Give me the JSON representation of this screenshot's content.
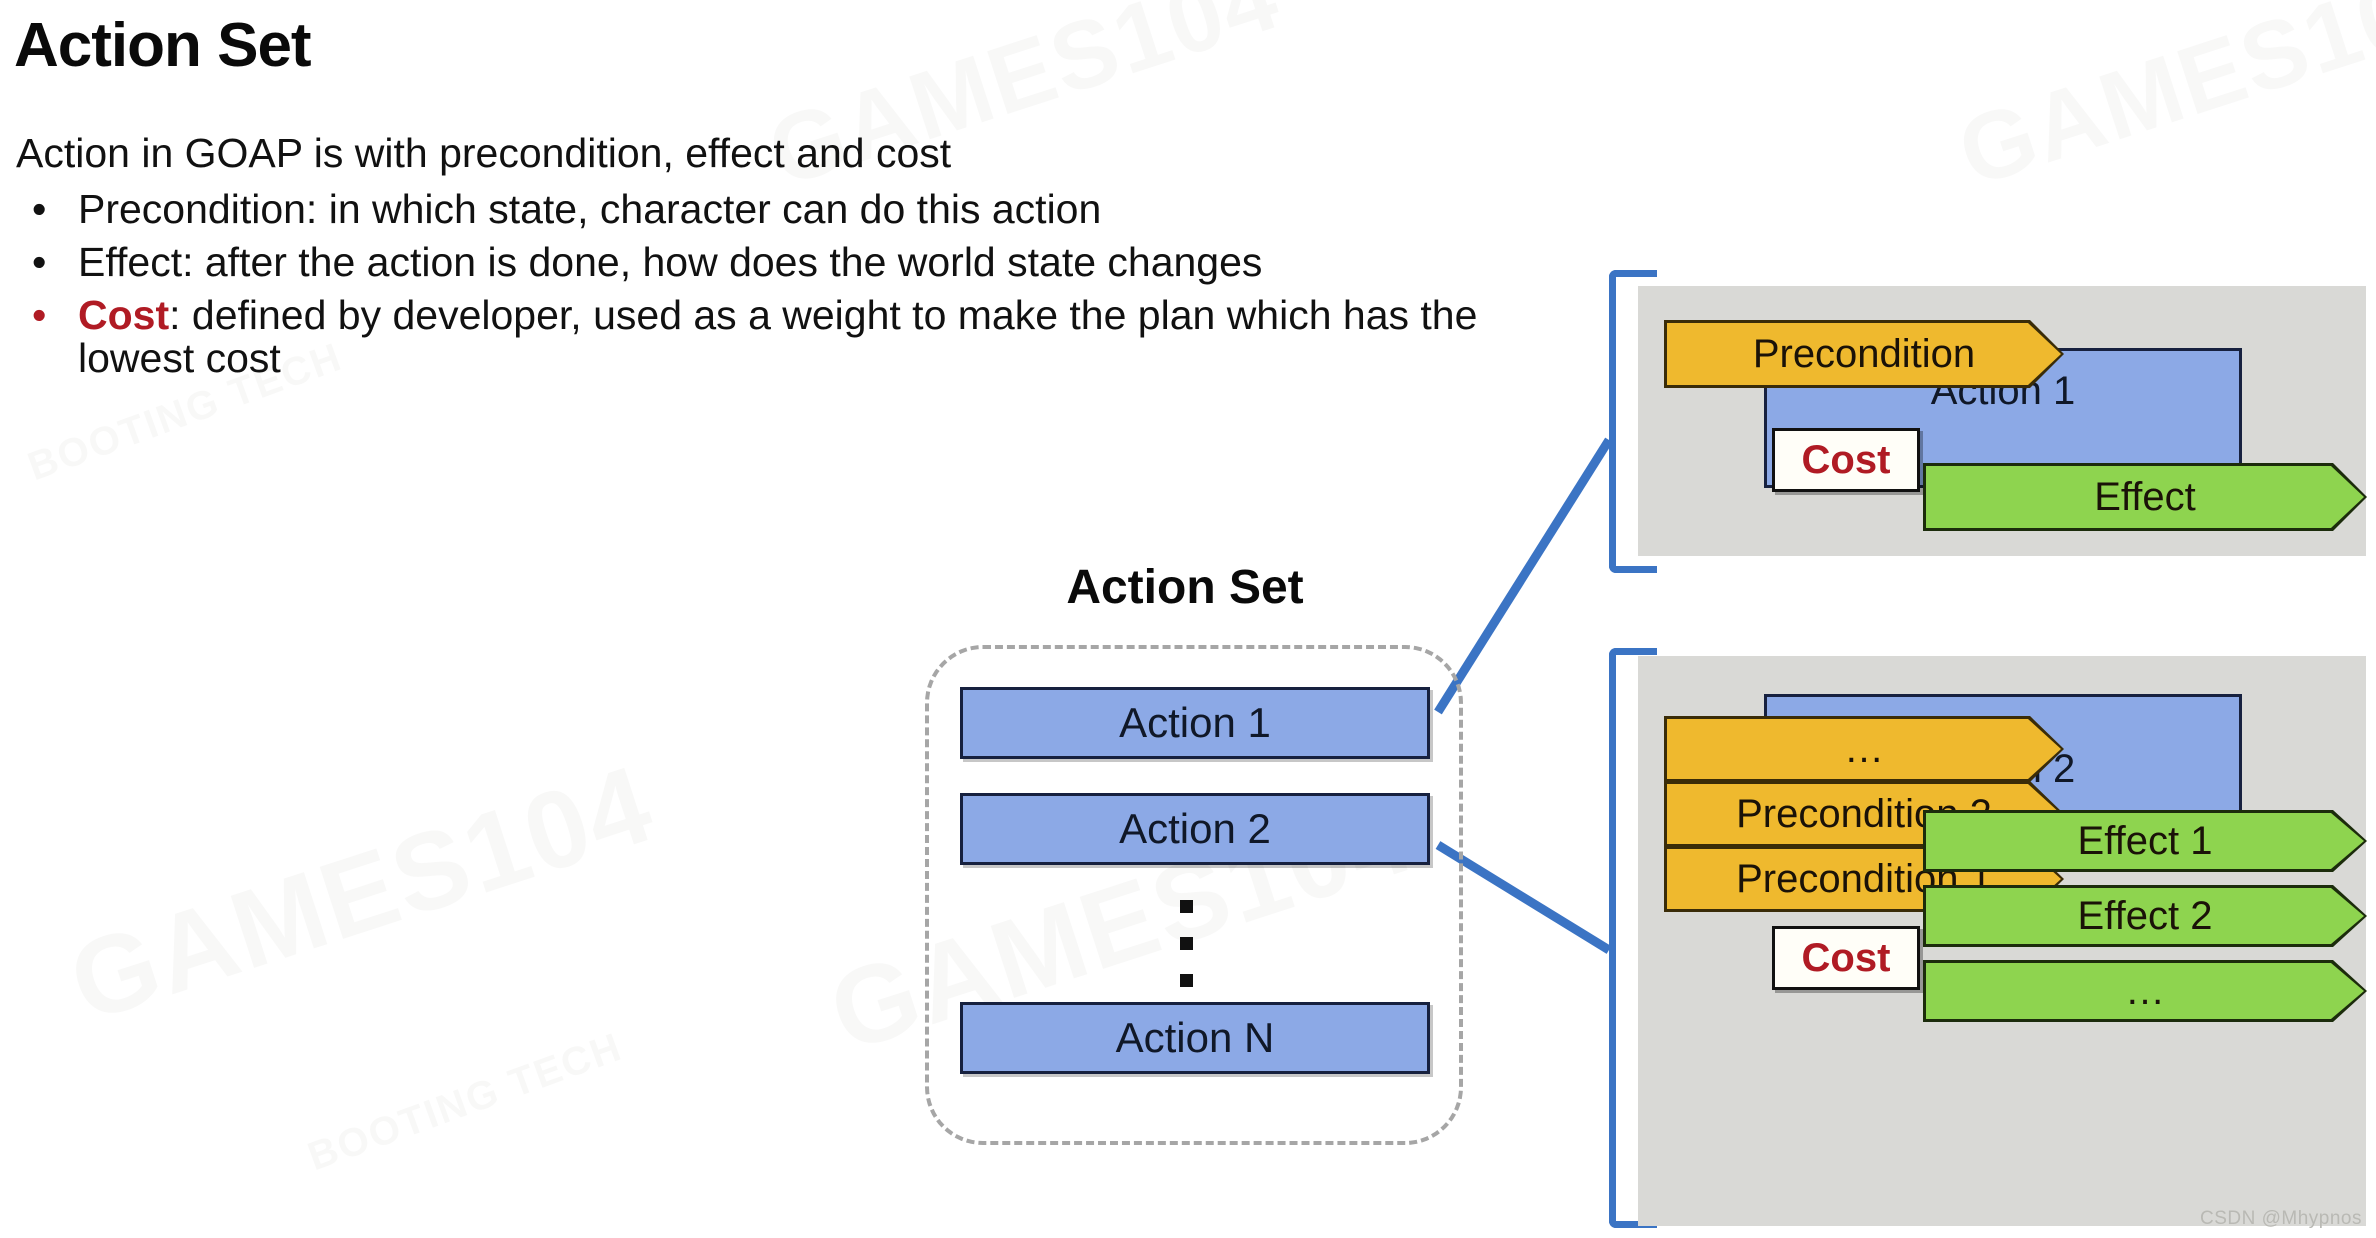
{
  "slide": {
    "title": "Action Set",
    "lead": "Action in GOAP is with precondition, effect and cost",
    "bullets": [
      {
        "marker": "•",
        "text": "Precondition: in which state, character can do this action",
        "emphasis": ""
      },
      {
        "marker": "•",
        "text": "Effect: after the action is done, how does the world state changes",
        "emphasis": ""
      },
      {
        "marker": "•",
        "emphasis": "Cost",
        "text": ": defined by developer, used as a weight to make the plan which has the lowest cost"
      }
    ]
  },
  "action_set": {
    "heading": "Action Set",
    "items": [
      {
        "label": "Action 1"
      },
      {
        "label": "Action 2"
      },
      {
        "label": "Action N"
      }
    ],
    "ellipsis_marker": "vertical-dots"
  },
  "detail_top": {
    "action_label": "Action 1",
    "cost_label": "Cost",
    "preconditions": [
      "Precondition"
    ],
    "effects": [
      "Effect"
    ]
  },
  "detail_bottom": {
    "action_label": "Action 2",
    "cost_label": "Cost",
    "preconditions": [
      "…",
      "Precondition 2",
      "Precondition 1"
    ],
    "effects": [
      "Effect 1",
      "Effect 2",
      "…"
    ]
  },
  "watermarks": {
    "csdn": "CSDN @Mhypnos",
    "background": [
      "GAMES104",
      "GAMES104",
      "GAMES104",
      "GAMES104",
      "BOOTING TECH",
      "BOOTING TECH"
    ]
  },
  "colors": {
    "gold": "#efb92e",
    "green": "#8ed44f",
    "blue": "#8ca9e6",
    "panel_gray": "#d9d9d6",
    "accent_blue": "#3b74c4",
    "cost_red": "#b01b24",
    "dash_gray": "#a6a6a6"
  }
}
